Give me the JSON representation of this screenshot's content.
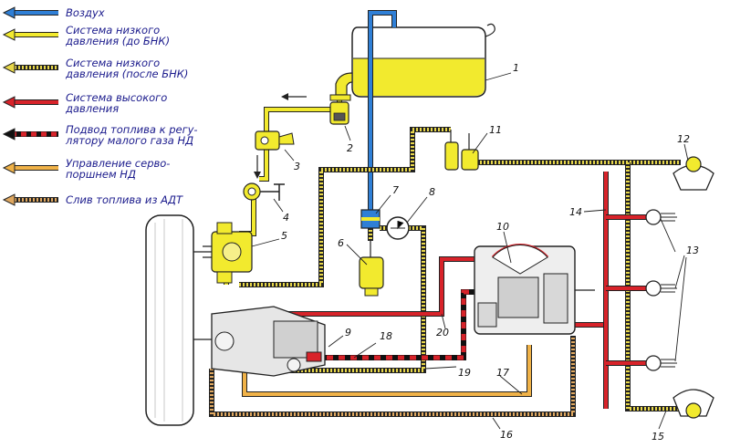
{
  "colors": {
    "air": "#2f7fd6",
    "low_before": "#f2ea2e",
    "low_after": "#e9d84a",
    "high": "#d8232a",
    "idle_feed": "#d8232a",
    "servo": "#f0b248",
    "drain": "#e0a860",
    "outline": "#222222"
  },
  "legend": [
    {
      "label": "Воздух",
      "style": "air"
    },
    {
      "label": "Система низкого давления (до БНК)",
      "style": "low_before"
    },
    {
      "label": "Система низкого давления (после БНК)",
      "style": "low_after"
    },
    {
      "label": "Система высокого давления",
      "style": "high"
    },
    {
      "label": "Подвод топлива к регулятору малого газа НД",
      "style": "idle_feed"
    },
    {
      "label": "Управление серво-поршнем НД",
      "style": "servo"
    },
    {
      "label": "Слив топлива из АДТ",
      "style": "drain"
    }
  ],
  "legend_lines": [
    [
      "Воздух"
    ],
    [
      "Система низкого",
      "давления (до БНК)"
    ],
    [
      "Система низкого",
      "давления (после БНК)"
    ],
    [
      "Система высокого",
      "давления"
    ],
    [
      "Подвод топлива к регу-",
      "лятору малого газа НД"
    ],
    [
      "Управление серво-",
      "поршнем НД"
    ],
    [
      "Слив топлива из АДТ"
    ]
  ],
  "part_numbers": [
    "1",
    "2",
    "3",
    "4",
    "5",
    "6",
    "7",
    "8",
    "9",
    "10",
    "11",
    "12",
    "13",
    "14",
    "15",
    "16",
    "17",
    "18",
    "19",
    "20"
  ]
}
